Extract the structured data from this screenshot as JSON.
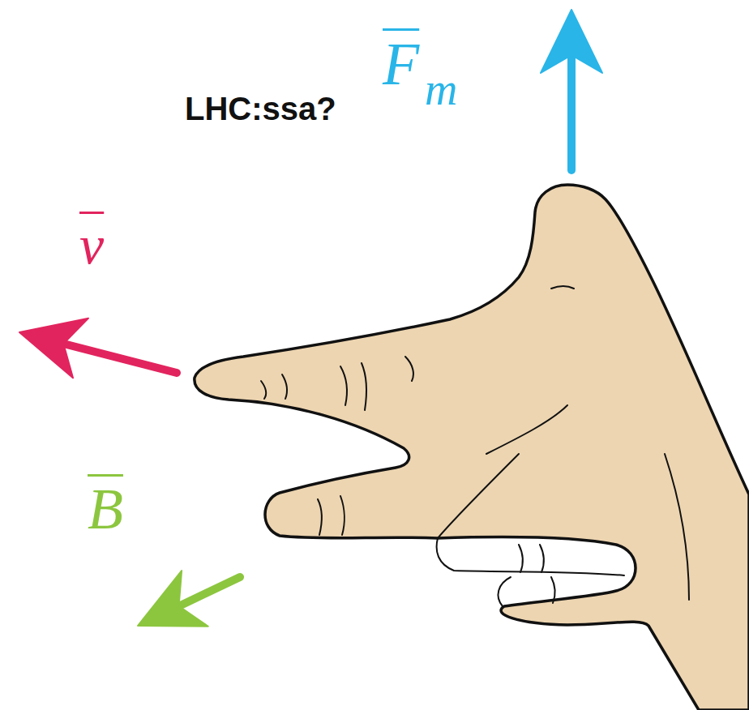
{
  "diagram": {
    "labels": [
      "LHC:ssa?",
      "F",
      "m",
      "v",
      "B"
    ]
  }
}
